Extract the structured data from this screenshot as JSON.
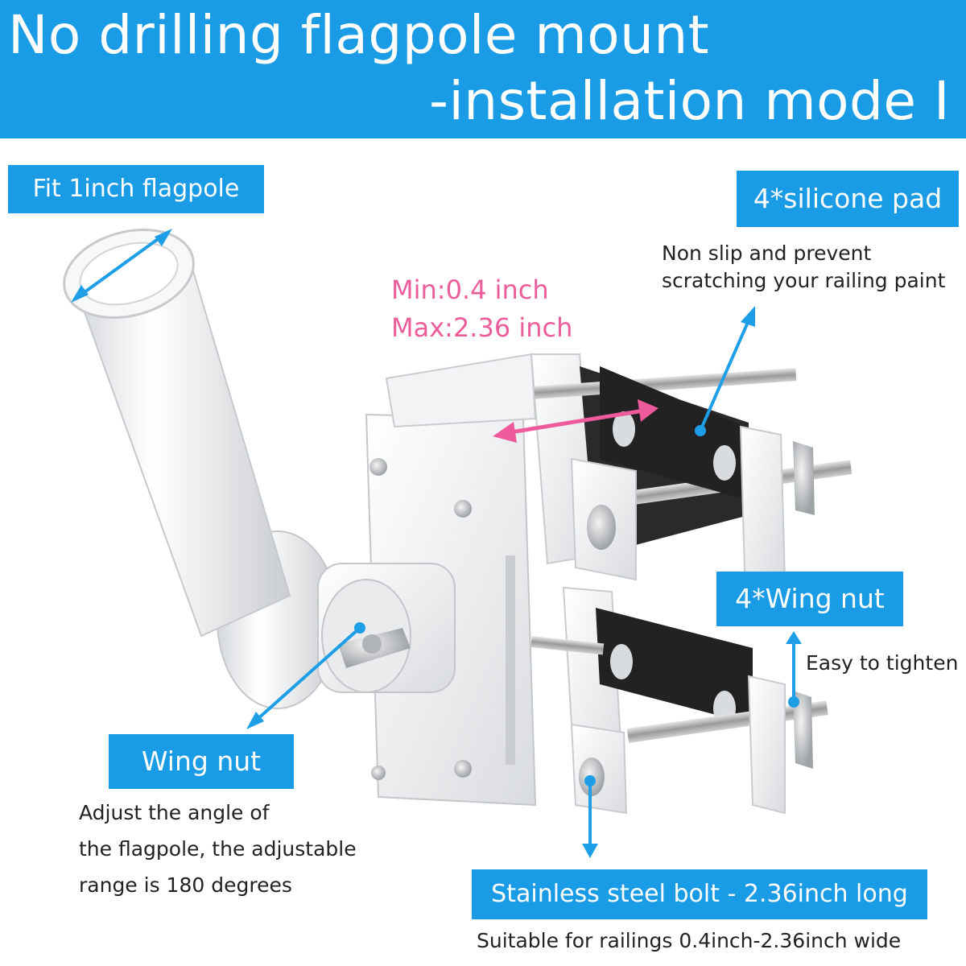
{
  "title": {
    "line1": "No drilling flagpole mount",
    "line2": "-installation mode I"
  },
  "labels": {
    "fit_flagpole": "Fit 1inch flagpole",
    "silicone_pad": "4*silicone pad",
    "wing_nut_4": "4*Wing nut",
    "wing_nut": "Wing nut",
    "bolt": "Stainless steel bolt - 2.36inch long"
  },
  "descriptions": {
    "silicone_pad": [
      "Non slip and prevent",
      "scratching your railing paint"
    ],
    "wing_nut_4": "Easy to tighten",
    "wing_nut": [
      "Adjust the angle of",
      "the flagpole, the adjustable",
      "range is 180 degrees"
    ],
    "bolt": "Suitable for railings 0.4inch-2.36inch wide"
  },
  "range": {
    "min": "Min:0.4 inch",
    "max": "Max:2.36 inch"
  },
  "colors": {
    "accent": "#1a9be6",
    "range_text": "#ec5d9c",
    "arrow_blue": "#1f9ee8",
    "arrow_pink": "#ef5a9d"
  }
}
